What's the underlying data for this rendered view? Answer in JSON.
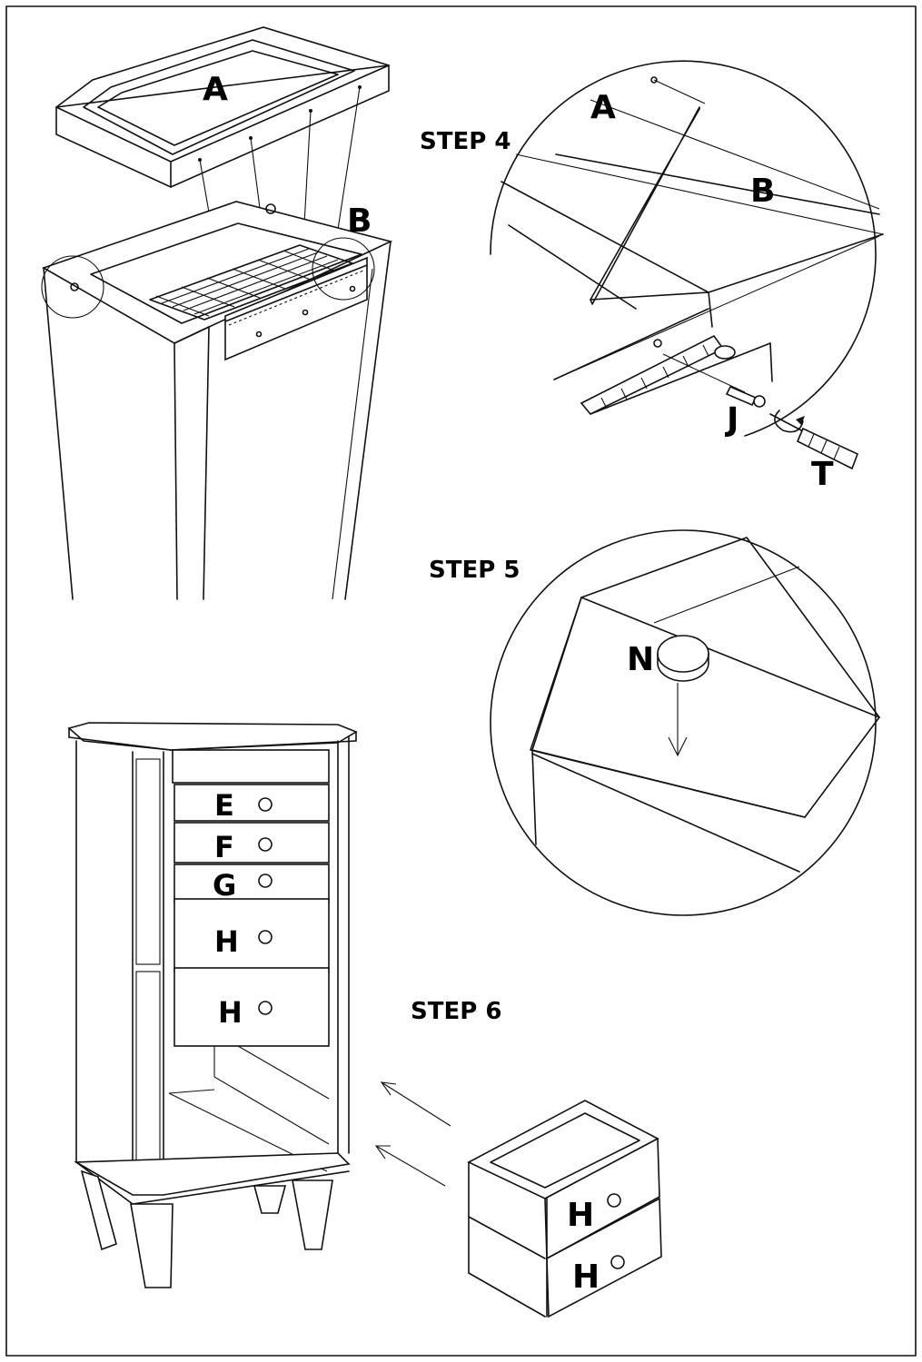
{
  "steps": {
    "step4": "STEP 4",
    "step5": "STEP 5",
    "step6": "STEP 6"
  },
  "labels": {
    "a_top": "A",
    "b_top": "B",
    "a_detail": "A",
    "b_detail": "B",
    "j": "J",
    "t": "T",
    "n": "N",
    "e": "E",
    "f": "F",
    "g": "G",
    "h1": "H",
    "h2": "H",
    "h3": "H",
    "h4": "H"
  }
}
